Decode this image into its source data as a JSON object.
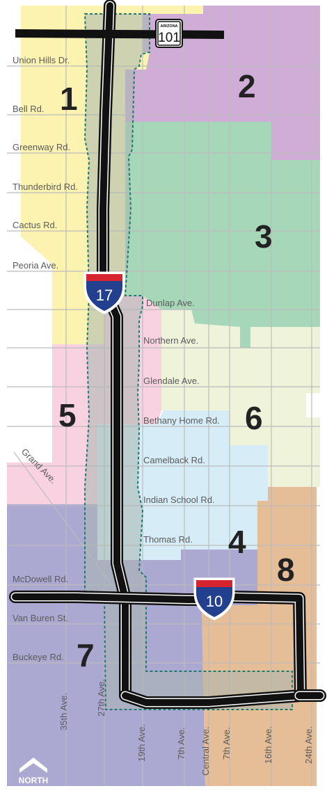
{
  "map": {
    "colors": {
      "district_1": "#fdf3b0",
      "district_2": "#cfadd6",
      "district_3": "#a6d7b9",
      "district_4": "#d6ecf7",
      "district_5": "#f9d2e2",
      "district_6": "#eef3da",
      "district_7": "#aba8d1",
      "district_8": "#e5bd96",
      "corridor": "#aab7b0",
      "corridor_border": "#1f7a6e",
      "freeway": "#111111",
      "street_grid": "#bcbcbc",
      "interstate_blue": "#23408e",
      "interstate_red": "#d62530"
    },
    "districts": [
      {
        "id": "district-1",
        "label": "1"
      },
      {
        "id": "district-2",
        "label": "2"
      },
      {
        "id": "district-3",
        "label": "3"
      },
      {
        "id": "district-4",
        "label": "4"
      },
      {
        "id": "district-5",
        "label": "5"
      },
      {
        "id": "district-6",
        "label": "6"
      },
      {
        "id": "district-7",
        "label": "7"
      },
      {
        "id": "district-8",
        "label": "8"
      }
    ],
    "streets_left": [
      "Union Hills Dr.",
      "Bell Rd.",
      "Greenway Rd.",
      "Thunderbird Rd.",
      "Cactus Rd.",
      "Peoria Ave.",
      "McDowell Rd.",
      "Van Buren St.",
      "Buckeye Rd."
    ],
    "streets_center": [
      "Dunlap Ave.",
      "Northern Ave.",
      "Glendale Ave.",
      "Bethany Home Rd.",
      "Camelback Rd.",
      "Indian School Rd.",
      "Thomas Rd."
    ],
    "avenues": [
      "35th Ave.",
      "27th Ave.",
      "19th Ave.",
      "7th Ave.",
      "Central Ave.",
      "7th Ave.",
      "16th Ave.",
      "24th Ave."
    ],
    "diagonal_street": "Grand Ave.",
    "shields": {
      "i17": "17",
      "i10": "10",
      "sr101_state": "ARIZONA",
      "sr101": "101"
    },
    "north_arrow": "NORTH"
  }
}
